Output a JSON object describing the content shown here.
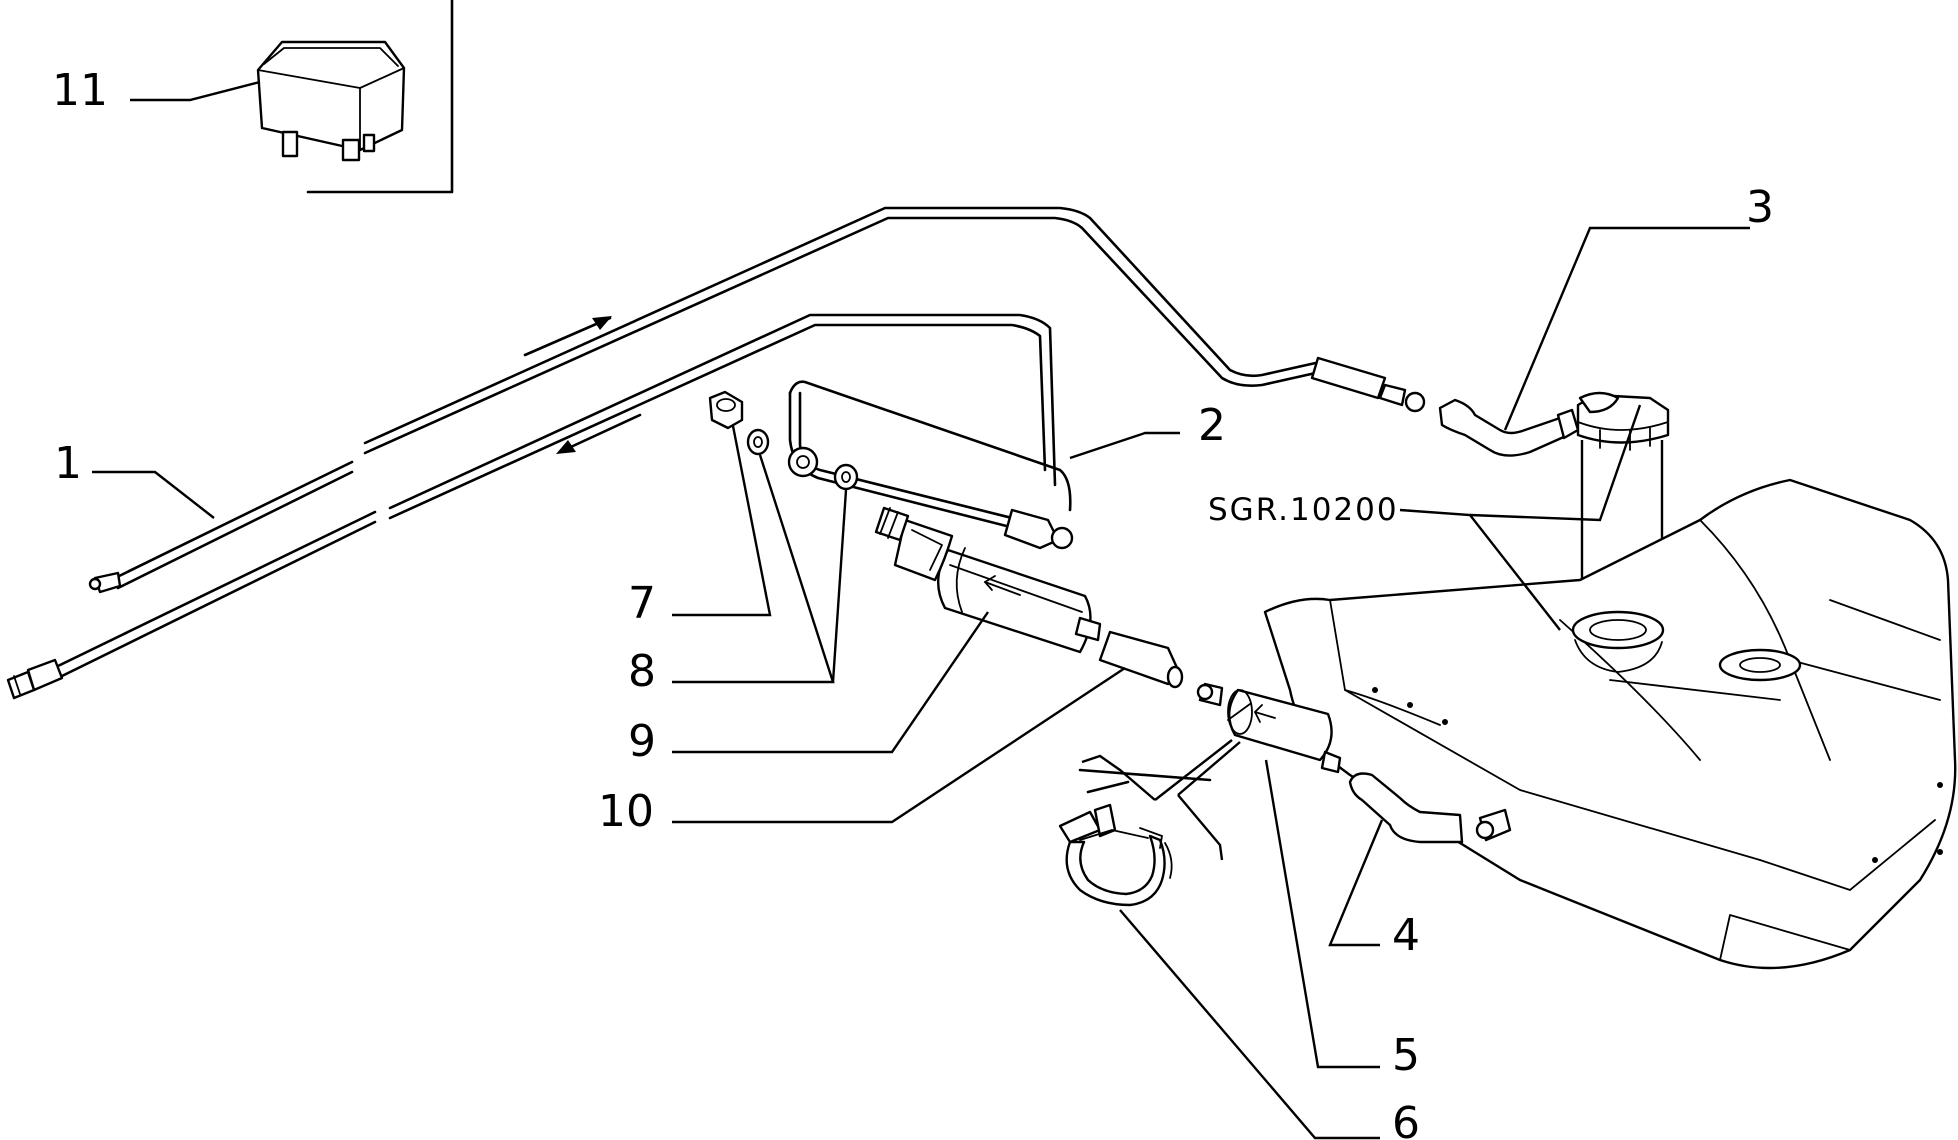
{
  "diagram": {
    "callouts": [
      {
        "id": "c1",
        "label": "1"
      },
      {
        "id": "c2",
        "label": "2"
      },
      {
        "id": "c3",
        "label": "3"
      },
      {
        "id": "c4",
        "label": "4"
      },
      {
        "id": "c5",
        "label": "5"
      },
      {
        "id": "c6",
        "label": "6"
      },
      {
        "id": "c7",
        "label": "7"
      },
      {
        "id": "c8",
        "label": "8"
      },
      {
        "id": "c9",
        "label": "9"
      },
      {
        "id": "c10",
        "label": "10"
      },
      {
        "id": "c11",
        "label": "11"
      }
    ],
    "reference_code": "SGR.10200"
  }
}
